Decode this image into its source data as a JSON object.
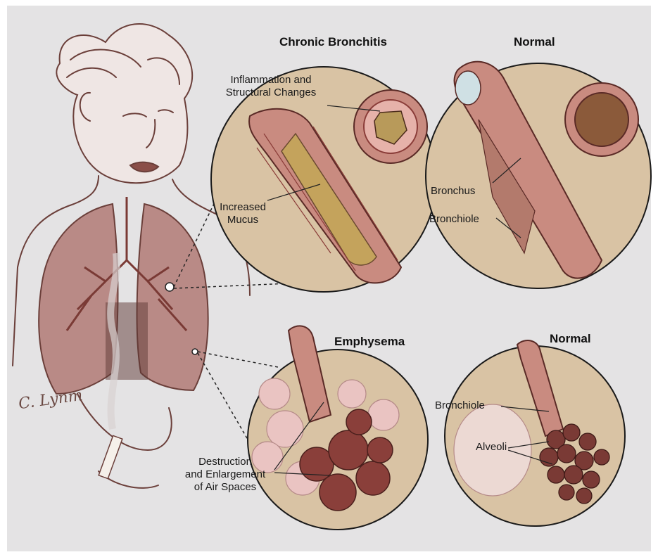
{
  "panels": {
    "chronic_bronchitis": {
      "title": "Chronic Bronchitis",
      "label_inflammation": "Inflammation and\nStructural Changes",
      "label_mucus": "Increased\nMucus"
    },
    "normal_bronchi": {
      "title": "Normal",
      "label_bronchus": "Bronchus",
      "label_bronchiole": "Bronchiole"
    },
    "emphysema": {
      "title": "Emphysema",
      "label_destruction": "Destruction\nand Enlargement\nof Air Spaces"
    },
    "normal_alveoli": {
      "title": "Normal",
      "label_bronchiole": "Bronchiole",
      "label_alveoli": "Alveoli"
    }
  },
  "signature": "C. Lynm",
  "colors": {
    "background": "#e4e3e4",
    "circle_fill": "#d9c3a4",
    "tissue": "#b9736c",
    "ink": "#5a2a26"
  }
}
